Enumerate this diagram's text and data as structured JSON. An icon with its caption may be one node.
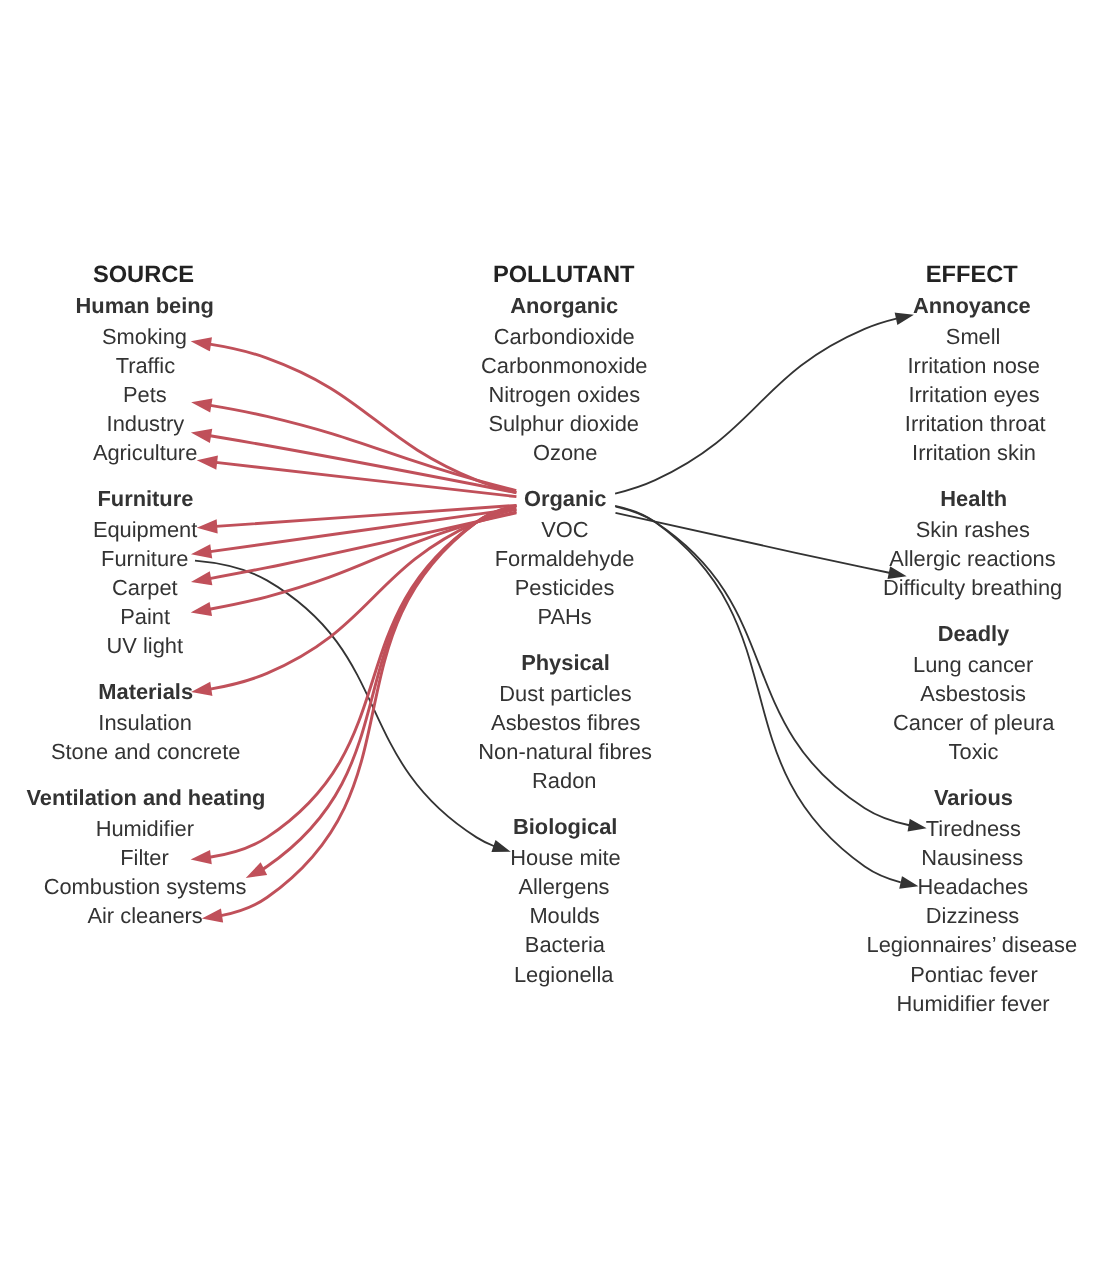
{
  "diagram": {
    "nodes": [
      {
        "text": [
          "Smoking"
        ]
      },
      {
        "text": [
          "Pets"
        ]
      },
      {
        "text": [
          "Industry"
        ]
      },
      {
        "text": [
          "Agriculture"
        ]
      },
      {
        "text": [
          "Equipment"
        ]
      },
      {
        "text": [
          "Furniture"
        ]
      },
      {
        "text": [
          "Carpet"
        ]
      },
      {
        "text": [
          "Paint"
        ]
      },
      {
        "text": [
          "Materials"
        ]
      },
      {
        "text": [
          "Filter"
        ]
      },
      {
        "text": [
          "Combustion systems"
        ]
      },
      {
        "text": [
          "Air cleaners"
        ]
      },
      {
        "text": [
          "Organic"
        ]
      },
      {
        "text": [
          "House mite"
        ]
      },
      {
        "text": [
          "Annoyance"
        ]
      },
      {
        "text": [
          "Difficulty breathing"
        ]
      },
      {
        "text": [
          "Tiredness"
        ]
      },
      {
        "text": [
          "Headaches"
        ]
      }
    ],
    "edges": [
      {
        "from": 12,
        "to": 0,
        "arrow": "to"
      },
      {
        "from": 12,
        "to": 1,
        "arrow": "to"
      },
      {
        "from": 12,
        "to": 2,
        "arrow": "to"
      },
      {
        "from": 12,
        "to": 3,
        "arrow": "to"
      },
      {
        "from": 12,
        "to": 4,
        "arrow": "to"
      },
      {
        "from": 12,
        "to": 5,
        "arrow": "to"
      },
      {
        "from": 12,
        "to": 6,
        "arrow": "to"
      },
      {
        "from": 12,
        "to": 7,
        "arrow": "to"
      },
      {
        "from": 12,
        "to": 8,
        "arrow": "to"
      },
      {
        "from": 12,
        "to": 9,
        "arrow": "to"
      },
      {
        "from": 12,
        "to": 10,
        "arrow": "to"
      },
      {
        "from": 12,
        "to": 11,
        "arrow": "to"
      },
      {
        "from": 5,
        "to": 13,
        "arrow": "to",
        "color": "#333333"
      },
      {
        "from": 12,
        "to": 14,
        "arrow": "to",
        "color": "#333333"
      },
      {
        "from": 12,
        "to": 15,
        "arrow": "to",
        "color": "#333333"
      },
      {
        "from": 12,
        "to": 16,
        "arrow": "to",
        "color": "#333333"
      },
      {
        "from": 12,
        "to": 17,
        "arrow": "to",
        "color": "#333333"
      }
    ],
    "labels": [
      "SOURCE",
      "POLLUTANT",
      "EFFECT",
      "Human being",
      "Traffic",
      "Furniture",
      "UV light",
      "Insulation",
      "Stone and concrete",
      "Ventilation and heating",
      "Humidifier",
      "Anorganic",
      "Carbondioxide",
      "Carbonmonoxide",
      "Nitrogen oxides",
      "Sulphur dioxide",
      "Ozone",
      "VOC",
      "Formaldehyde",
      "Pesticides",
      "PAHs",
      "Physical",
      "Dust particles",
      "Asbestos fibres",
      "Non-natural fibres",
      "Radon",
      "Biological",
      "Allergens",
      "Moulds",
      "Bacteria",
      "Legionella",
      "Smell",
      "Irritation nose",
      "Irritation eyes",
      "Irritation throat",
      "Irritation skin",
      "Health",
      "Skin rashes",
      "Allergic reactions",
      "Deadly",
      "Lung cancer",
      "Asbestosis",
      "Cancer of pleura",
      "Toxic",
      "Various",
      "Nausiness",
      "Dizziness",
      "Legionnaires’ disease",
      "Pontiac fever",
      "Humidifier fever"
    ]
  }
}
